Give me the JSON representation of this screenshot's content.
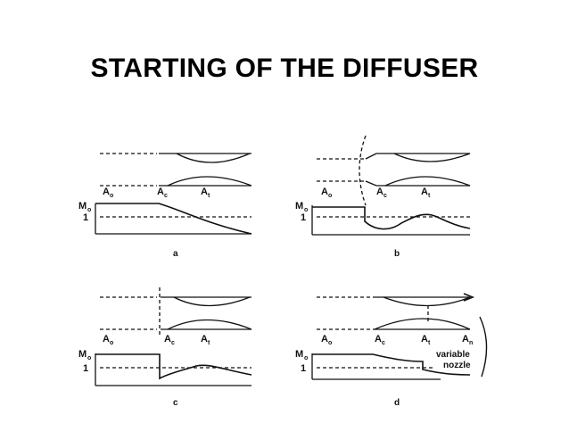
{
  "title": "STARTING OF THE DIFFUSER",
  "panels": [
    {
      "caption": "a",
      "labels": {
        "A0": "A",
        "A0_sub": "o",
        "Ac": "A",
        "Ac_sub": "c",
        "At": "A",
        "At_sub": "t",
        "M0": "M",
        "M0_sub": "o",
        "one": "1"
      }
    },
    {
      "caption": "b",
      "labels": {
        "A0": "A",
        "A0_sub": "o",
        "Ac": "A",
        "Ac_sub": "c",
        "At": "A",
        "At_sub": "t",
        "M0": "M",
        "M0_sub": "o",
        "one": "1"
      }
    },
    {
      "caption": "c",
      "labels": {
        "A0": "A",
        "A0_sub": "o",
        "Ac": "A",
        "Ac_sub": "c",
        "At": "A",
        "At_sub": "t",
        "M0": "M",
        "M0_sub": "o",
        "one": "1"
      }
    },
    {
      "caption": "d",
      "labels": {
        "A0": "A",
        "A0_sub": "o",
        "Ac": "A",
        "Ac_sub": "c",
        "At": "A",
        "At_sub": "t",
        "An": "A",
        "An_sub": "n",
        "M0": "M",
        "M0_sub": "o",
        "one": "1",
        "variable": "variable",
        "nozzle": "nozzle"
      }
    }
  ]
}
